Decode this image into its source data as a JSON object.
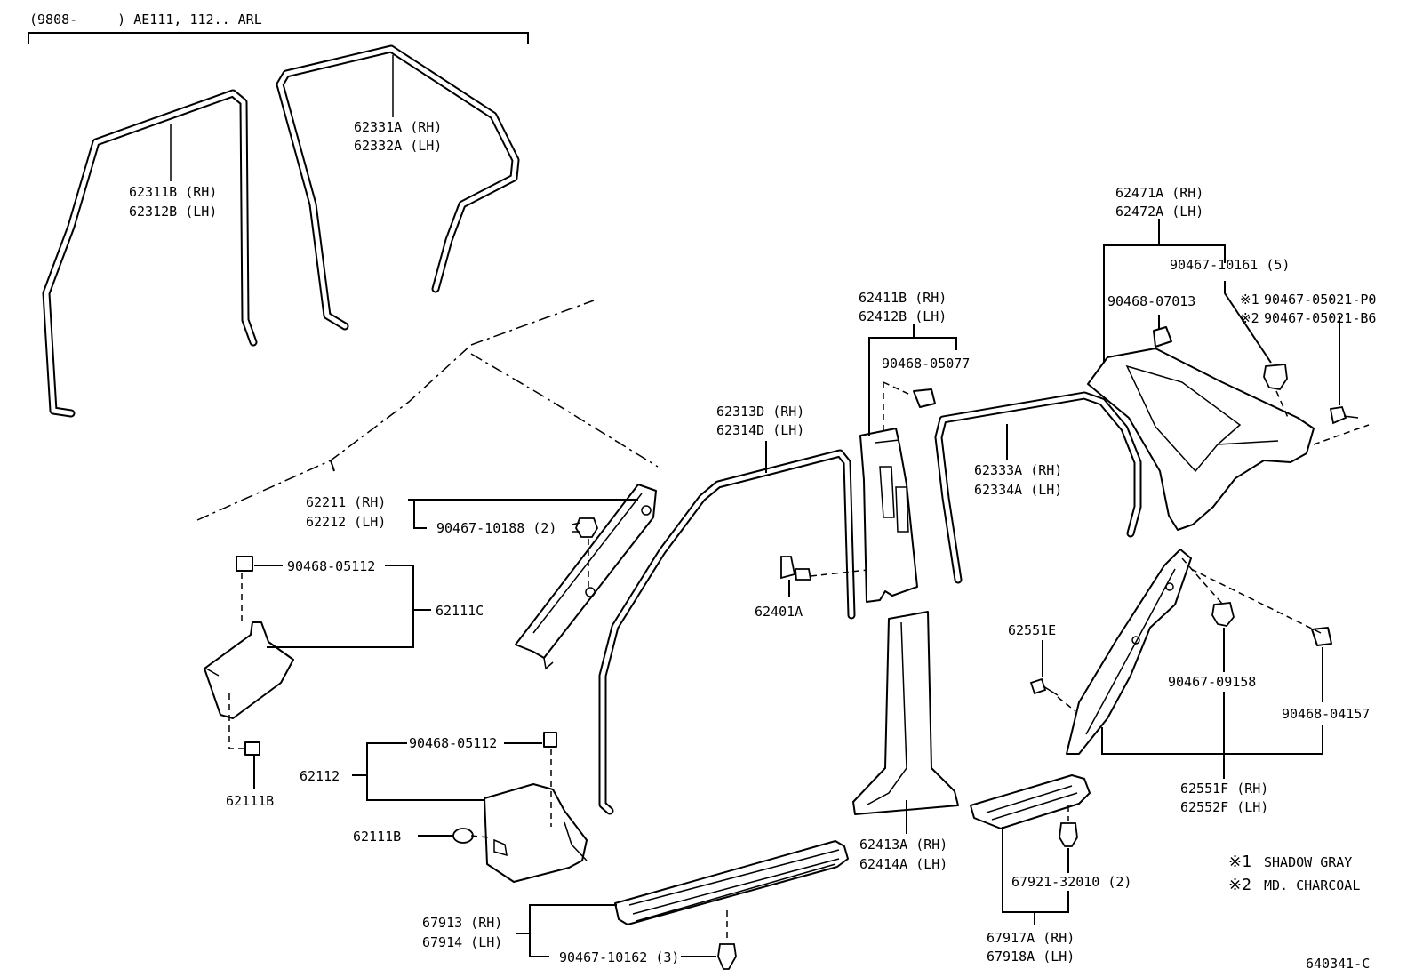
{
  "header": {
    "range": "(9808-　　　) AE111, 112.. ARL"
  },
  "labels": {
    "p62331A": "62331A (RH)",
    "p62332A": "62332A (LH)",
    "p62311B": "62311B (RH)",
    "p62312B": "62312B (LH)",
    "p62471A": "62471A (RH)",
    "p62472A": "62472A (LH)",
    "p90467_10161": "90467-10161 (5)",
    "p90468_07013": "90468-07013",
    "p90467_05021_P0": "90467-05021-P0",
    "p90467_05021_B6": "90467-05021-B6",
    "p62411B": "62411B (RH)",
    "p62412B": "62412B (LH)",
    "p90468_05077": "90468-05077",
    "p62313D": "62313D (RH)",
    "p62314D": "62314D (LH)",
    "p62333A": "62333A (RH)",
    "p62334A": "62334A (LH)",
    "p62211": "62211 (RH)",
    "p62212": "62212 (LH)",
    "p90467_10188": "90467-10188 (2)",
    "p90468_05112a": "90468-05112",
    "p62111C": "62111C",
    "p62401A": "62401A",
    "p62551E": "62551E",
    "p90467_09158": "90467-09158",
    "p90468_04157": "90468-04157",
    "p62111B_a": "62111B",
    "p62112": "62112",
    "p90468_05112b": "90468-05112",
    "p62111B_b": "62111B",
    "p62551F": "62551F (RH)",
    "p62552F": "62552F (LH)",
    "p62413A": "62413A (RH)",
    "p62414A": "62414A (LH)",
    "p67921": "67921-32010 (2)",
    "p67913": "67913 (RH)",
    "p67914": "67914 (LH)",
    "p90467_10162": "90467-10162 (3)",
    "p67917A": "67917A (RH)",
    "p67918A": "67918A (LH)",
    "diagram_code": "640341-C"
  },
  "color_notes": {
    "mark1": "※1",
    "mark2": "※2",
    "color1": "SHADOW GRAY",
    "color2": "MD. CHARCOAL"
  }
}
